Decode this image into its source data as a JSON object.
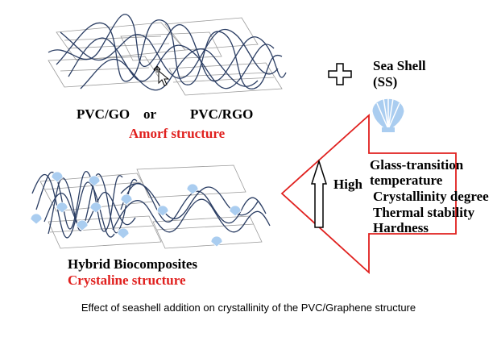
{
  "top": {
    "left_label": "PVC/GO",
    "or_label": "or",
    "right_label": "PVC/RGO",
    "structure_label": "Amorf structure"
  },
  "plus_symbol": "+",
  "seashell": {
    "line1": "Sea Shell",
    "line2": "(SS)"
  },
  "arrow": {
    "high_label": "High",
    "properties": [
      "Glass-transition",
      "temperature",
      "Crystallinity degree",
      "Thermal stability",
      "Hardness"
    ]
  },
  "bottom": {
    "name_label": "Hybrid Biocomposites",
    "structure_label": "Crystaline structure"
  },
  "caption": "Effect of seashell addition on crystallinity of the PVC/Graphene structure",
  "colors": {
    "accent_red": "#e0201e",
    "chain_blue": "#2a3d63",
    "shell_blue": "#aacdf0",
    "sheet_gray": "#9a9a9a"
  },
  "icons": {
    "cursor": "move-cursor-icon",
    "shell": "seashell-icon",
    "plus": "plus-icon",
    "arrow": "up-arrow-icon"
  }
}
